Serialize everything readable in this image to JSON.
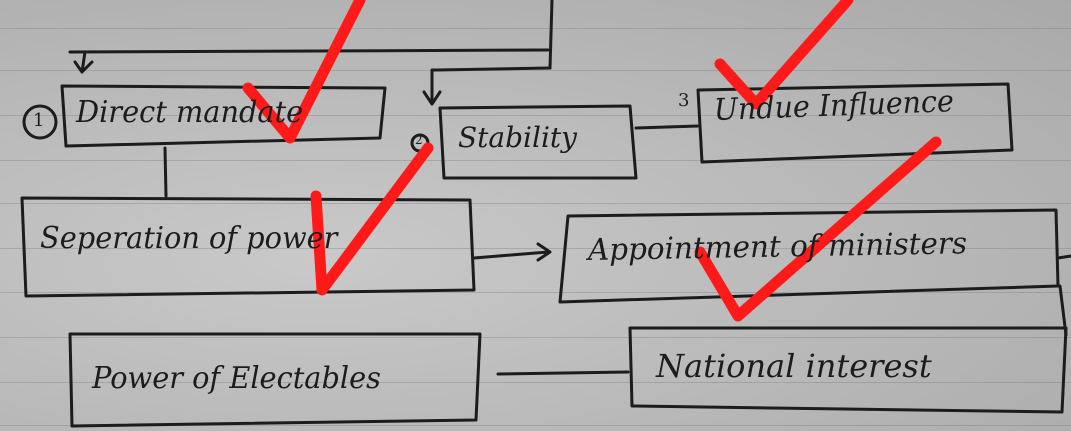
{
  "nodes": {
    "direct_mandate": "Direct mandate",
    "stability": "Stability",
    "undue_influence": "Undue Influence",
    "separation_of_power": "Seperation of power",
    "appointment_of_ministers": "Appointment of ministers",
    "power_of_electables": "Power of Electables",
    "national_interest": "National interest"
  },
  "markers": {
    "num_1": "1",
    "num_2": "2",
    "num_3": "3"
  },
  "colors": {
    "ink": "#1c1c1c",
    "check": "#ff1a1a",
    "paper": "#bdbdbd"
  }
}
